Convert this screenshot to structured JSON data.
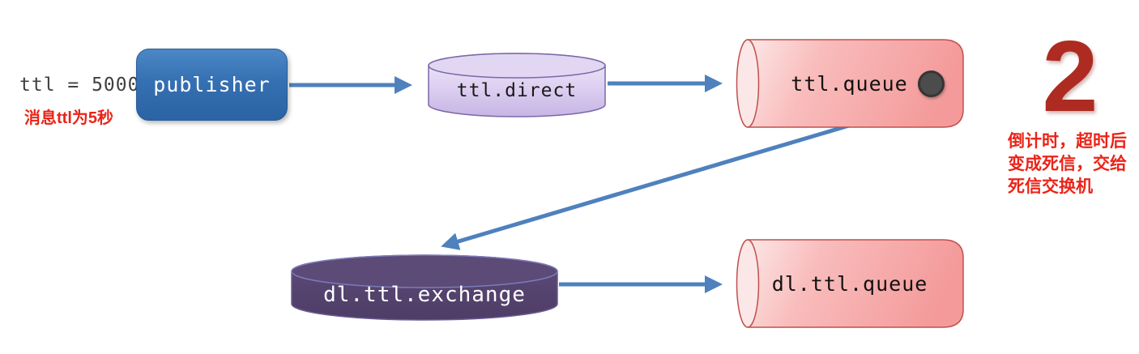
{
  "annotations": {
    "ttl_label": "ttl = 5000",
    "ttl_note": "消息ttl为5秒",
    "step_number": "2",
    "step_note_lines": [
      "倒计时，超时后",
      "变成死信，交给",
      "死信交换机"
    ]
  },
  "nodes": {
    "publisher": {
      "label": "publisher"
    },
    "ttl_direct": {
      "label": "ttl.direct"
    },
    "ttl_queue": {
      "label": "ttl.queue"
    },
    "dl_ttl_exchange": {
      "label": "dl.ttl.exchange"
    },
    "dl_ttl_queue": {
      "label": "dl.ttl.queue"
    }
  },
  "edges": [
    {
      "from": "publisher",
      "to": "ttl.direct"
    },
    {
      "from": "ttl.direct",
      "to": "ttl.queue"
    },
    {
      "from": "ttl.queue",
      "to": "dl.ttl.exchange"
    },
    {
      "from": "dl.ttl.exchange",
      "to": "dl.ttl.queue"
    }
  ],
  "icons": {
    "timer_dot": "filled-circle"
  },
  "colors": {
    "arrow": "#4E81BD",
    "publisher_fill": "#3570B2",
    "exchange_light_fill": "#D5C5EC",
    "exchange_light_border": "#7A68A8",
    "queue_fill": "#F6A3A3",
    "queue_border": "#C0504D",
    "dl_exchange_fill": "#55436E",
    "dl_exchange_border": "#7B7BBA",
    "note_red": "#EB2318",
    "step_red": "#AE2B21",
    "timer_dot": "#4C4C4C",
    "label_dark": "#404040"
  }
}
